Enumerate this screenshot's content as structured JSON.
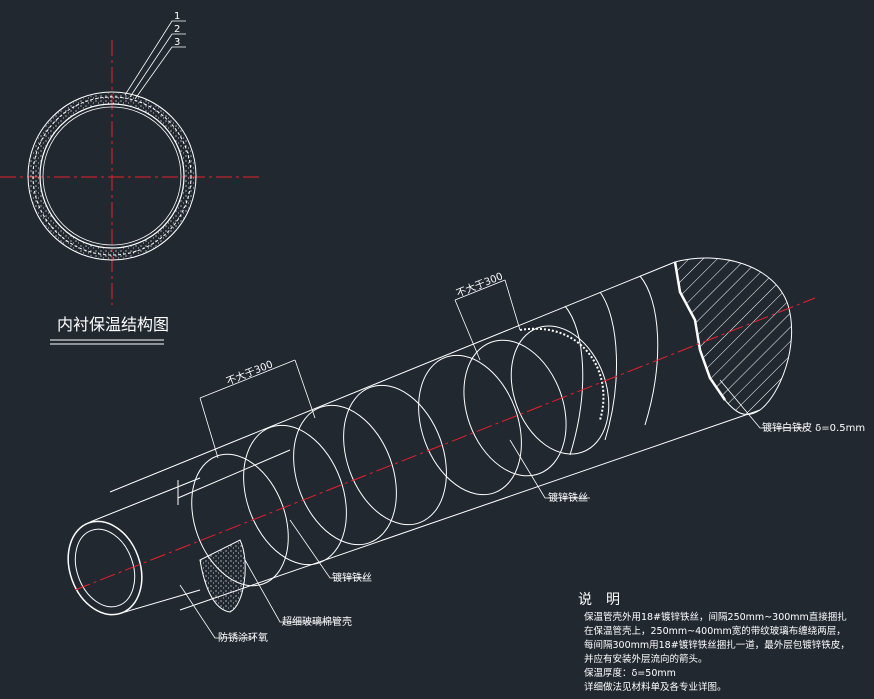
{
  "cross_section": {
    "title": "内衬保温结构图",
    "callouts": [
      "1",
      "2",
      "3"
    ]
  },
  "isometric": {
    "dim_left": "不大于300",
    "dim_right": "不大于300",
    "label_outer_sheet": "镀锌白铁皮",
    "label_wire_mid": "镀锌铁丝",
    "label_wire_bottom": "镀锌铁丝",
    "label_insulation": "超细玻璃棉管壳",
    "label_anticorrosion": "防锈涂环氧",
    "label_cut_sheet": "镀锌白铁皮 δ=0.5mm"
  },
  "notes": {
    "title": "说　明",
    "lines": [
      "保温管壳外用18#镀锌铁丝，间隔250mm~300mm直接捆扎",
      "在保温管壳上，250mm~400mm宽的带纹玻璃布缠绕两层，",
      "每间隔300mm用18#镀锌铁丝捆扎一道，最外层包镀锌铁皮，",
      "并应有安装外层流向的箭头。",
      "保温厚度：δ=50mm",
      "详细做法见材料单及各专业详图。"
    ]
  },
  "colors": {
    "background": "#212830",
    "line": "#ffffff",
    "centerline": "#e8202a"
  }
}
